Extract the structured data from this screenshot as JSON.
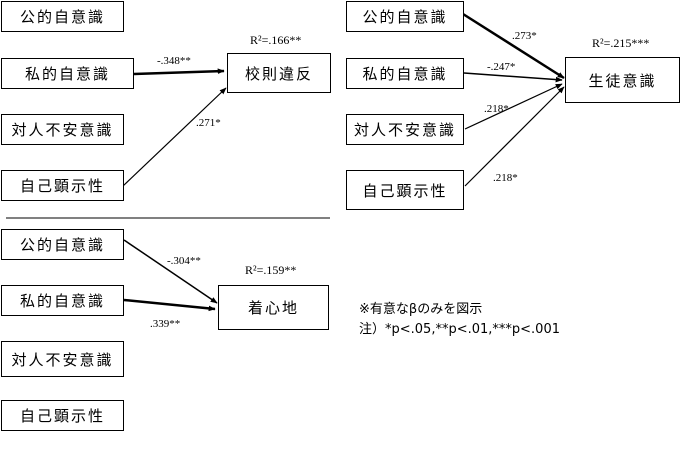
{
  "variables": {
    "public_self": "公的自意識",
    "private_self": "私的自意識",
    "interpersonal_anxiety": "対人不安意識",
    "self_display": "自己顕示性"
  },
  "panel1": {
    "outcome": "校則違反",
    "r2": "R²=.166**",
    "coef_private": "-.348**",
    "coef_display": ".271*"
  },
  "panel2": {
    "outcome": "生徒意識",
    "r2": "R²=.215***",
    "coef_public": ".273*",
    "coef_private": "-.247*",
    "coef_anxiety": ".218*",
    "coef_display": ".218*"
  },
  "panel3": {
    "outcome": "着心地",
    "r2": "R²=.159**",
    "coef_public": "-.304**",
    "coef_private": ".339**"
  },
  "notes": {
    "line1": "※有意なβのみを図示",
    "line2": "注）*p<.05,**p<.01,***p<.001"
  }
}
